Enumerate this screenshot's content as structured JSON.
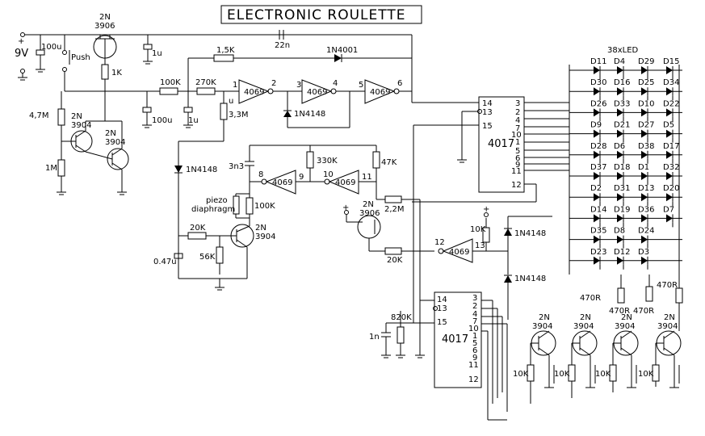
{
  "title": "ELECTRONIC ROULETTE",
  "supply": "9V",
  "supply_plus": "+",
  "labels": {
    "q_top_type": "2N",
    "q_top_num": "3906",
    "c100u_a": "100u",
    "push": "Push",
    "c1u_a": "1u",
    "c22n": "22n",
    "r1k": "1K",
    "r15k": "1,5K",
    "d4001": "1N4001",
    "r100k": "100K",
    "r270k": "270K",
    "c100u_b": "100u",
    "c1u_b": "1u",
    "u": "u",
    "r33m": "3,3M",
    "d4148_a": "1N4148",
    "r47m": "4,7M",
    "q2_type": "2N",
    "q2_num": "3904",
    "q3_type": "2N",
    "q3_num": "3904",
    "r1m": "1M",
    "c3n3": "3n3",
    "r330k": "330K",
    "r47k": "47K",
    "r22m": "2,2M",
    "d4148_b": "1N4148",
    "piezo1": "piezo",
    "piezo2": "diaphragm",
    "r100k_b": "100K",
    "r20k_a": "20K",
    "q4_type": "2N",
    "q4_num": "3904",
    "c047": "0.47u",
    "r56k": "56K",
    "q5_plus": "+",
    "q5_type": "2N",
    "q5_num": "3906",
    "r20k_b": "20K",
    "r10k_a": "10K",
    "plus2": "+",
    "d4148_c": "1N4148",
    "d4148_d": "1N4148",
    "r820k": "820K",
    "c1n": "1n",
    "leds": "38xLED",
    "r470_a": "470R",
    "r470_b": "470R",
    "r470_c": "470R",
    "r470_d": "470R",
    "r10k_1": "10K",
    "r10k_2": "10K",
    "r10k_3": "10K",
    "r10k_4": "10K",
    "tr_type": "2N",
    "tr_num": "3904"
  },
  "gates": {
    "ic": "4069",
    "pins": [
      "1",
      "2",
      "3",
      "4",
      "5",
      "6",
      "8",
      "9",
      "10",
      "11",
      "12",
      "13"
    ]
  },
  "counter1": {
    "name": "4017",
    "left_pins": [
      "14",
      "13",
      "15"
    ],
    "right_pins": [
      "3",
      "2",
      "4",
      "7",
      "10",
      "1",
      "5",
      "6",
      "9",
      "11",
      "12"
    ]
  },
  "counter2": {
    "name": "4017",
    "left_pins": [
      "14",
      "13",
      "15"
    ],
    "right_pins": [
      "3",
      "2",
      "4",
      "7",
      "10",
      "1",
      "5",
      "6",
      "9",
      "11",
      "12"
    ]
  },
  "led_grid": [
    [
      "D11",
      "D4",
      "D29",
      "D15"
    ],
    [
      "D30",
      "D16",
      "D25",
      "D34"
    ],
    [
      "D26",
      "D33",
      "D10",
      "D22"
    ],
    [
      "D9",
      "D21",
      "D27",
      "D5"
    ],
    [
      "D28",
      "D6",
      "D38",
      "D17"
    ],
    [
      "D37",
      "D18",
      "D1",
      "D32"
    ],
    [
      "D2",
      "D31",
      "D13",
      "D20"
    ],
    [
      "D14",
      "D19",
      "D36",
      "D7"
    ],
    [
      "D35",
      "D8",
      "D24",
      ""
    ],
    [
      "D23",
      "D12",
      "D3",
      ""
    ]
  ]
}
